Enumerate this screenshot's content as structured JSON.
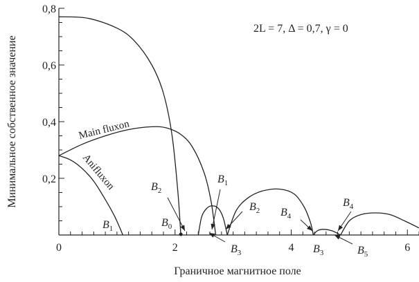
{
  "chart_data": {
    "type": "line",
    "xlabel": "Граничное магнитное поле",
    "ylabel": "Минимальное собственное значение",
    "xlim": [
      0,
      6.2
    ],
    "ylim": [
      0,
      0.8
    ],
    "x_ticks": [
      "0",
      "2",
      "4",
      "6"
    ],
    "y_ticks": [
      "0,2",
      "0,4",
      "0,6",
      "0,8"
    ],
    "x_minor_step": 0.2,
    "y_minor_step": 0.05,
    "annotation": "2L = 7, Δ = 0,7, γ = 0",
    "curve_labels": [
      "Main fluxon",
      "Anifluxon"
    ],
    "grid": false,
    "series": [
      {
        "name": "Main fluxon",
        "x": [
          0,
          0.4,
          0.8,
          1.2,
          1.6,
          1.85,
          2.1,
          2.3,
          2.5,
          2.62,
          2.7
        ],
        "y": [
          0.28,
          0.32,
          0.35,
          0.372,
          0.382,
          0.378,
          0.355,
          0.31,
          0.22,
          0.12,
          0
        ]
      },
      {
        "name": "Anifluxon",
        "x": [
          0,
          0.2,
          0.4,
          0.6,
          0.8,
          0.95,
          1.05,
          1.1
        ],
        "y": [
          0.28,
          0.265,
          0.235,
          0.19,
          0.125,
          0.07,
          0.025,
          0
        ]
      },
      {
        "name": "",
        "x": [
          0,
          0.5,
          1.0,
          1.3,
          1.6,
          1.8,
          1.95,
          2.05,
          2.1
        ],
        "y": [
          0.77,
          0.765,
          0.73,
          0.685,
          0.6,
          0.5,
          0.35,
          0.15,
          0
        ]
      },
      {
        "name": "",
        "x": [
          2.4,
          2.46,
          2.55,
          2.65,
          2.75,
          2.83,
          2.9
        ],
        "y": [
          0,
          0.065,
          0.095,
          0.103,
          0.093,
          0.06,
          0
        ]
      },
      {
        "name": "",
        "x": [
          2.9,
          3.05,
          3.25,
          3.5,
          3.8,
          4.05,
          4.22,
          4.33,
          4.38
        ],
        "y": [
          0,
          0.085,
          0.13,
          0.155,
          0.162,
          0.145,
          0.1,
          0.045,
          0
        ]
      },
      {
        "name": "",
        "x": [
          4.38,
          4.45,
          4.55,
          4.7,
          4.85
        ],
        "y": [
          0,
          0.015,
          0.02,
          0.015,
          0
        ]
      },
      {
        "name": "",
        "x": [
          4.85,
          5.0,
          5.2,
          5.45,
          5.7,
          5.95,
          6.2
        ],
        "y": [
          0,
          0.05,
          0.072,
          0.078,
          0.072,
          0.05,
          0.025
        ]
      }
    ],
    "points": [
      {
        "label": "B",
        "sub": "1",
        "x": 1.1,
        "y": 0
      },
      {
        "label": "B",
        "sub": "0",
        "x": 2.1,
        "y": 0
      },
      {
        "label": "B",
        "sub": "2",
        "x": 2.4,
        "y": 0
      },
      {
        "label": "B",
        "sub": "1",
        "x": 2.78,
        "y": 0
      },
      {
        "label": "B",
        "sub": "3",
        "x": 2.68,
        "y": 0
      },
      {
        "label": "B",
        "sub": "2",
        "x": 2.9,
        "y": 0
      },
      {
        "label": "B",
        "sub": "4",
        "x": 4.36,
        "y": 0
      },
      {
        "label": "B",
        "sub": "3",
        "x": 4.4,
        "y": 0
      },
      {
        "label": "B",
        "sub": "5",
        "x": 4.85,
        "y": 0
      },
      {
        "label": "B",
        "sub": "4",
        "x": 4.9,
        "y": 0
      }
    ]
  }
}
